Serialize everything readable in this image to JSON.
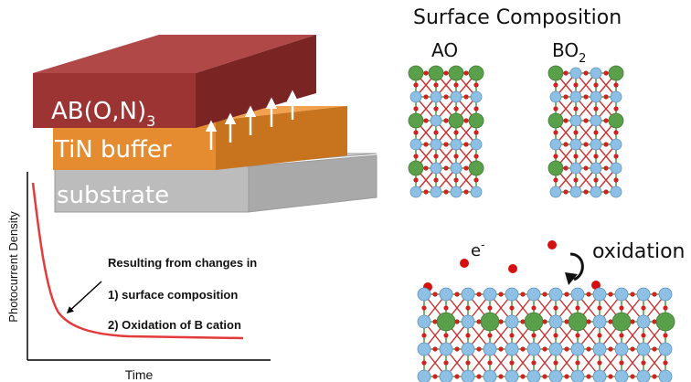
{
  "stack": {
    "film_label_main": "AB(O,N)",
    "film_label_sub": "3",
    "buffer_label": "TiN buffer",
    "substrate_label": "substrate"
  },
  "surface": {
    "title": "Surface Composition",
    "ao_label": "AO",
    "bo2_label_main": "BO",
    "bo2_label_sub": "2"
  },
  "graph": {
    "ylabel": "Photocurrent Density",
    "xlabel": "Time",
    "annotation_heading": "Resulting from changes in",
    "reason_1": "1) surface composition",
    "reason_2": "2) Oxidation of B cation"
  },
  "oxidation": {
    "electron_label": "e",
    "electron_charge": "-",
    "label": "oxidation"
  },
  "colors": {
    "film_top": "#b04848",
    "film_front": "#9c3434",
    "film_side": "#7a2424",
    "buffer_top": "#f2a24e",
    "buffer_front": "#e08a2f",
    "substrate_top": "#dcdcdc",
    "substrate_front": "#bdbdbd",
    "a_cation": "#5aa04a",
    "b_cation": "#8ec0e6",
    "oxygen": "#d42020",
    "curve": "#e23b3b"
  }
}
